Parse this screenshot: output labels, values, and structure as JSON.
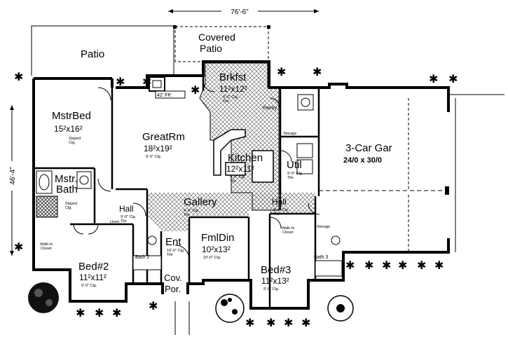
{
  "overall": {
    "width": "76'-6\"",
    "depth": "46'-4\""
  },
  "rooms": {
    "patio": {
      "name": "Patio"
    },
    "covered_patio": {
      "name_1": "Covered",
      "name_2": "Patio"
    },
    "mstr_bed": {
      "name": "MstrBed",
      "size": "15²x16²",
      "note_1": "Sloped",
      "note_2": "Clg."
    },
    "great_rm": {
      "name": "GreatRm",
      "size": "18²x19²",
      "note": "9'-0\" Clg."
    },
    "fireplace": {
      "name": "42' FP."
    },
    "brkfst": {
      "name": "Brkfst",
      "size": "11²x12²",
      "note_1": "9'-0\" Clg.",
      "note_2": "Tile"
    },
    "pantry": {
      "name": "Pantry"
    },
    "kitchen": {
      "name": "Kitchen",
      "size": "12²x11²",
      "note_1": "9'-0\" Clg.",
      "note_2": "Tile"
    },
    "storage_upper": {
      "name": "Storage"
    },
    "util": {
      "name": "Util",
      "note_1": "9'-0\" Clg.",
      "note_2": "Tile"
    },
    "garage": {
      "name": "3-Car Gar",
      "size": "24/0 x 30/0"
    },
    "mstr_bath": {
      "name_1": "Mstr.",
      "name_2": "Bath"
    },
    "sloped_clg": {
      "note_1": "Sloped",
      "note_2": "Clg."
    },
    "walk_in_closet_left": {
      "name_1": "Walk-In",
      "name_2": "Closet"
    },
    "linen": {
      "name": "Linen"
    },
    "hall_left": {
      "name": "Hall",
      "note_1": "9'-0\" Clg.",
      "note_2": "Tile"
    },
    "gallery": {
      "name": "Gallery",
      "note_1": "9'-0\" Clg.",
      "note_2": "Tile"
    },
    "hall_right": {
      "name": "Hall",
      "note_1": "9'-0\" Clg.",
      "note_2": "Tile"
    },
    "walk_in_closet_right": {
      "name_1": "Walk-In",
      "name_2": "Closet"
    },
    "storage_lower": {
      "name": "Storage"
    },
    "bath2": {
      "name": "Bath 2"
    },
    "bath3": {
      "name": "Bath 3"
    },
    "ent": {
      "name": "Ent",
      "note_1": "10'-0\" Clg.",
      "note_2": "Tile"
    },
    "fml_din": {
      "name": "FmlDin",
      "size": "10²x13²",
      "note": "10'-0\" Clg."
    },
    "bed2": {
      "name": "Bed#2",
      "size": "11²x11²",
      "note": "9'-0\" Clg."
    },
    "bed3": {
      "name": "Bed#3",
      "size": "11²x13²",
      "note": "9'-0\" Clg."
    },
    "cov_por": {
      "name_1": "Cov.",
      "name_2": "Por."
    }
  }
}
